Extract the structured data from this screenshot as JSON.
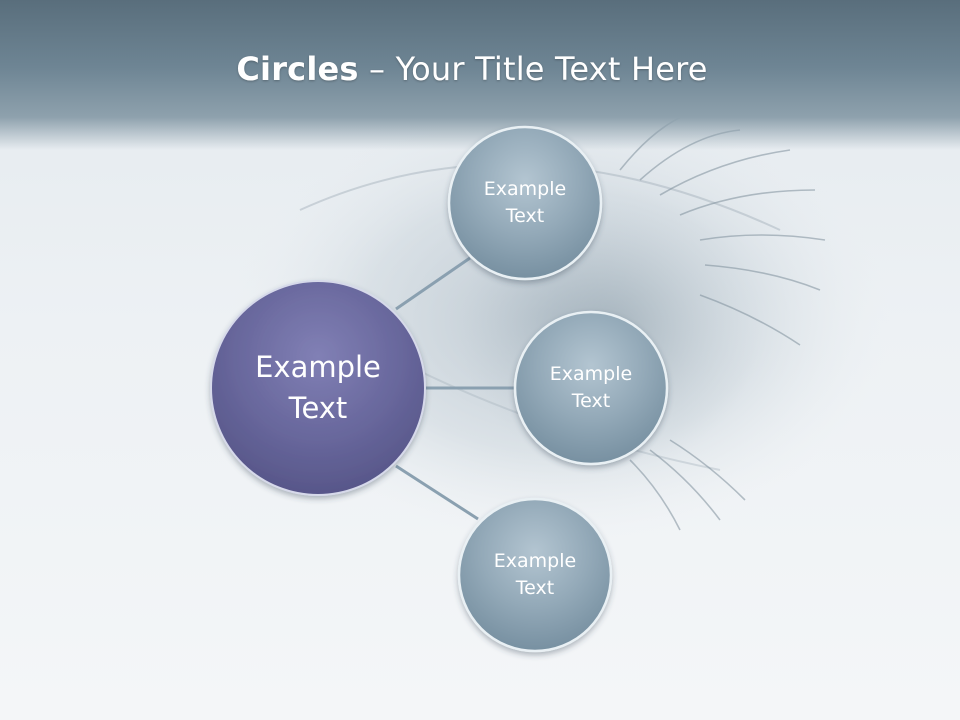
{
  "title": {
    "bold": "Circles",
    "rest": " – Your Title Text Here"
  },
  "diagram": {
    "center": {
      "label": [
        "Example",
        "Text"
      ],
      "color": "#67669a"
    },
    "satellites": [
      {
        "label": [
          "Example",
          "Text"
        ]
      },
      {
        "label": [
          "Example",
          "Text"
        ]
      },
      {
        "label": [
          "Example",
          "Text"
        ]
      }
    ],
    "satellite_color": "#8da3b2",
    "connector_color": "#8aa0b0"
  }
}
